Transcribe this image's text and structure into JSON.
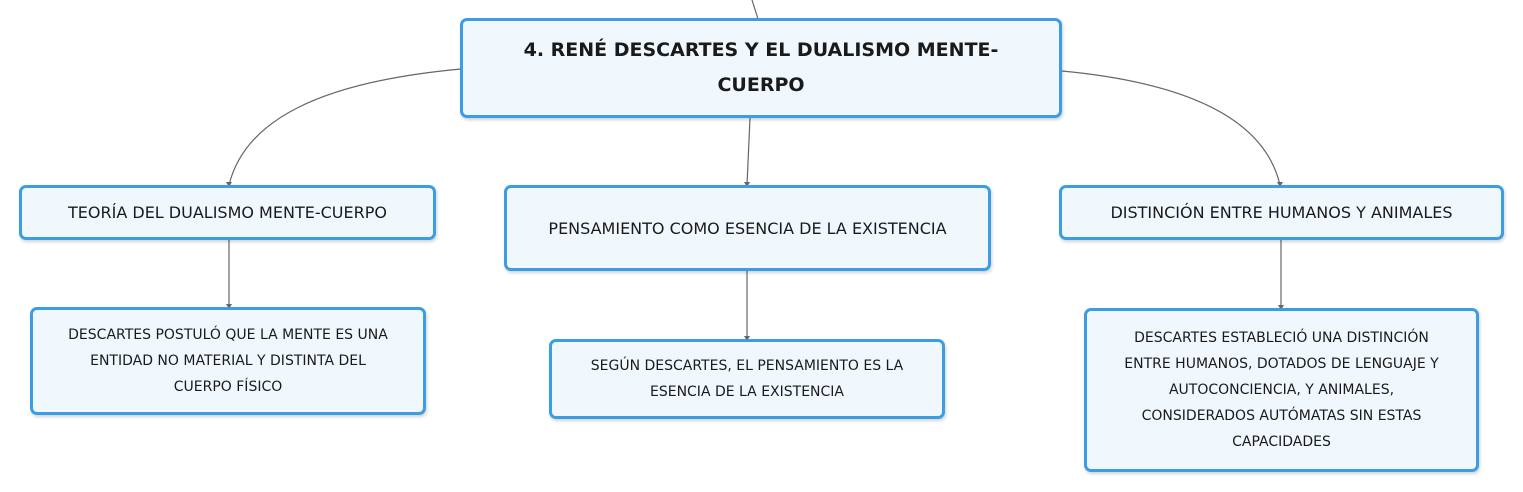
{
  "map": {
    "central": {
      "line1": "4. RENÉ DESCARTES Y EL DUALISMO MENTE-",
      "line2": "CUERPO"
    },
    "topics": [
      {
        "label": "TEORÍA DEL DUALISMO MENTE-CUERPO"
      },
      {
        "label": "PENSAMIENTO COMO ESENCIA DE LA EXISTENCIA"
      },
      {
        "label": "DISTINCIÓN ENTRE HUMANOS Y ANIMALES"
      }
    ],
    "details": [
      {
        "lines": [
          "DESCARTES POSTULÓ QUE LA MENTE ES UNA",
          "ENTIDAD NO MATERIAL Y DISTINTA DEL",
          "CUERPO FÍSICO"
        ]
      },
      {
        "lines": [
          "SEGÚN DESCARTES, EL PENSAMIENTO ES LA",
          "ESENCIA DE LA EXISTENCIA"
        ]
      },
      {
        "lines": [
          "DESCARTES ESTABLECIÓ UNA DISTINCIÓN",
          "ENTRE HUMANOS, DOTADOS DE LENGUAJE Y",
          "AUTOCONCIENCIA, Y ANIMALES,",
          "CONSIDERADOS AUTÓMATAS SIN ESTAS",
          "CAPACIDADES"
        ]
      }
    ]
  },
  "colors": {
    "node_border": "#3b9de4",
    "node_fill": "#f1f8fd",
    "connector": "#666666"
  }
}
